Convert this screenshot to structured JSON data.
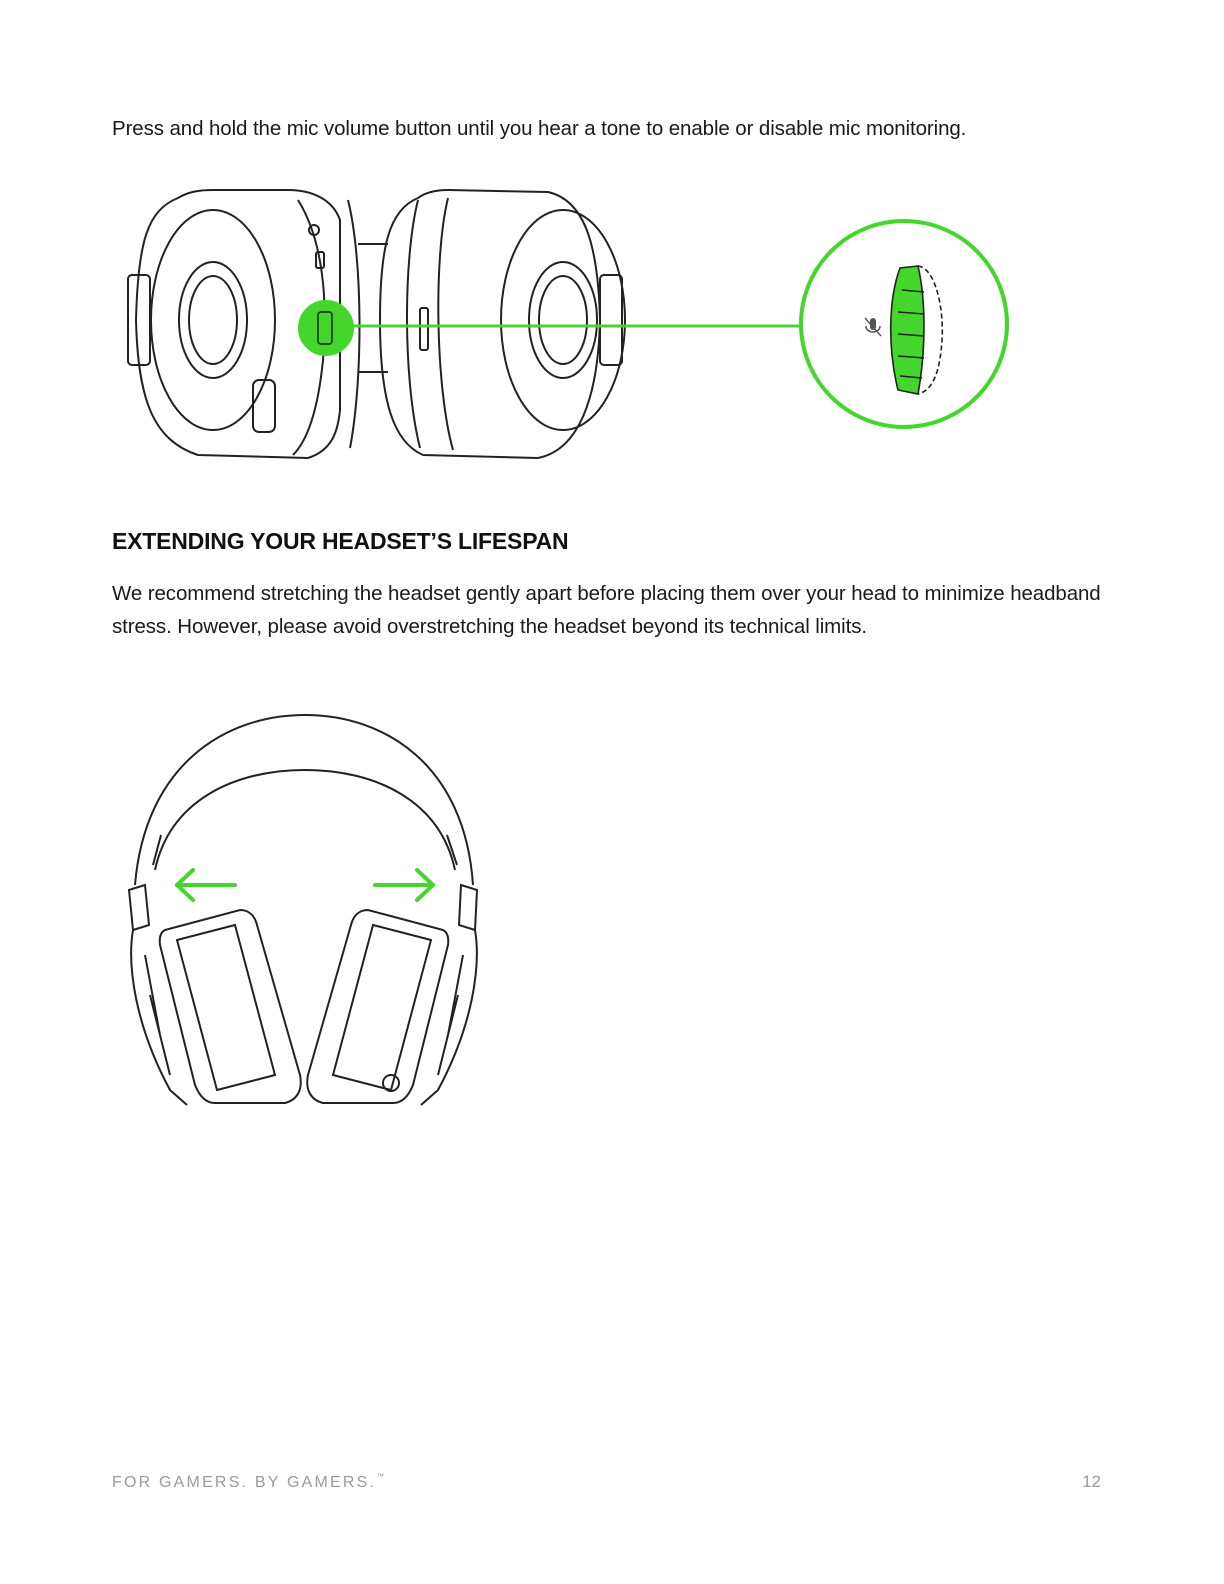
{
  "intro_text": "Press and hold the mic volume button until you hear a tone to enable or disable mic monitoring.",
  "section": {
    "heading": "EXTENDING YOUR HEADSET’S LIFESPAN",
    "body": "We recommend stretching the headset gently apart before placing them over your head to minimize headband stress. However, please avoid overstretching the headset beyond its technical limits."
  },
  "footer": {
    "tagline": "FOR GAMERS. BY GAMERS.",
    "trademark": "™",
    "page_number": "12"
  },
  "colors": {
    "accent_green": "#44d62c",
    "line_art": "#222222"
  }
}
